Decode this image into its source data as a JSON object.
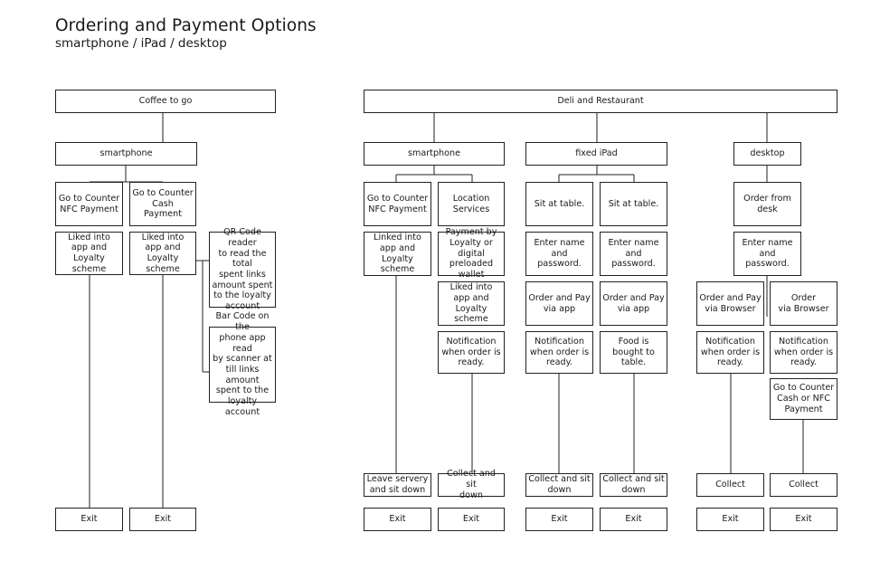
{
  "title": "Ordering and Payment Options",
  "subtitle": "smartphone / iPad / desktop",
  "nodes": {
    "coffee": "Coffee to go",
    "deli": "Deli and Restaurant",
    "cg_smartphone": "smartphone",
    "cg_nfc": "Go to Counter\nNFC Payment",
    "cg_cash": "Go to Counter\nCash Payment",
    "cg_liked1": "Liked into\napp and Loyalty\nscheme",
    "cg_liked2": "Liked into\napp and Loyalty\nscheme",
    "cg_qr": "QR Code reader\nto read the total\nspent links\namount spent\nto the loyalty\naccount",
    "cg_bar": "Bar Code on the\nphone app read\nby scanner at\ntill links amount\nspent to the\nloyalty account",
    "cg_exit1": "Exit",
    "cg_exit2": "Exit",
    "dr_smartphone": "smartphone",
    "dr_nfc": "Go to Counter\nNFC Payment",
    "dr_location": "Location\nServices",
    "dr_linked": "Linked into\napp and Loyalty\nscheme",
    "dr_payment": "Payment by\nLoyalty or digital\npreloaded wallet",
    "dr_liked": "Liked into\napp and Loyalty\nscheme",
    "dr_notif": "Notification\nwhen order is\nready.",
    "dr_leave": "Leave servery\nand sit down",
    "dr_collect": "Collect and sit\ndown",
    "dr_exit1": "Exit",
    "dr_exit2": "Exit",
    "ip_ipad": "fixed iPad",
    "ip_sit1": "Sit at table.",
    "ip_sit2": "Sit at table.",
    "ip_enter1": "Enter name and\npassword.",
    "ip_enter2": "Enter name and\npassword.",
    "ip_order1": "Order and Pay\nvia app",
    "ip_order2": "Order and Pay\nvia app",
    "ip_notif": "Notification\nwhen order is\nready.",
    "ip_food": "Food is bought to\ntable.",
    "ip_collect1": "Collect and sit\ndown",
    "ip_collect2": "Collect and sit\ndown",
    "ip_exit1": "Exit",
    "ip_exit2": "Exit",
    "dk_desktop": "desktop",
    "dk_order": "Order from desk",
    "dk_enter": "Enter name and\npassword.",
    "dk_pay": "Order and Pay\nvia Browser",
    "dk_browser": "Order\nvia Browser",
    "dk_notif1": "Notification\nwhen order is\nready.",
    "dk_notif2": "Notification\nwhen order is\nready.",
    "dk_counter": "Go to Counter\nCash or NFC\nPayment",
    "dk_collect1": "Collect",
    "dk_collect2": "Collect",
    "dk_exit1": "Exit",
    "dk_exit2": "Exit"
  },
  "colors": {
    "line": "#222222",
    "box_border": "#222222",
    "background": "#ffffff",
    "text": "#1a1a1a"
  }
}
